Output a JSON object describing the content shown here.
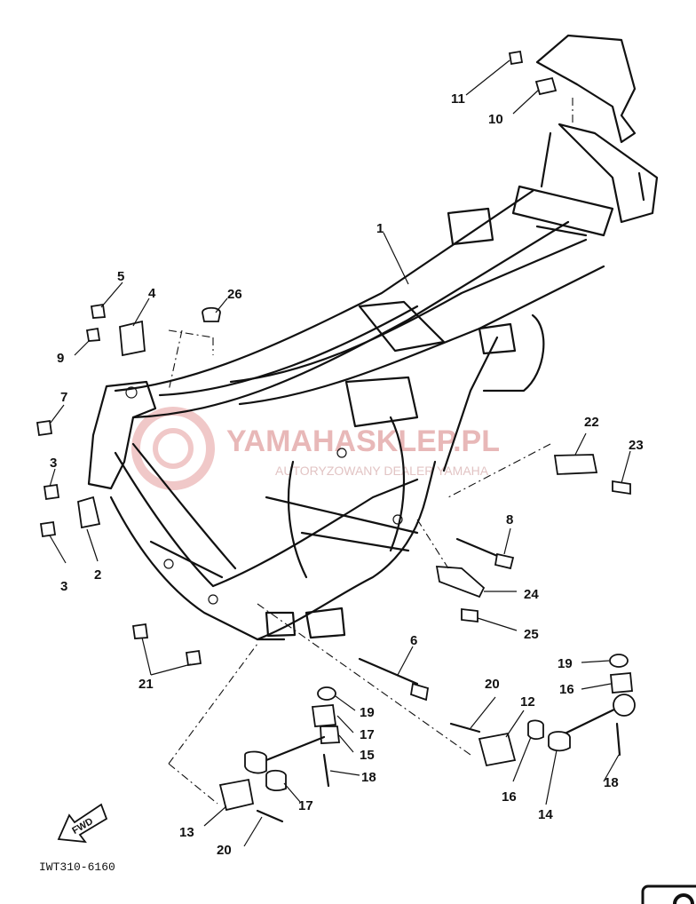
{
  "diagram": {
    "code": "IWT310-6160",
    "fwd_label": "FWD",
    "watermark": {
      "name": "YAMAHASKLEP.PL",
      "tagline": "AUTORYZOWANY DEALER YAMAHA"
    },
    "labels": [
      {
        "id": "1",
        "text": "1"
      },
      {
        "id": "2",
        "text": "2"
      },
      {
        "id": "3a",
        "text": "3"
      },
      {
        "id": "3b",
        "text": "3"
      },
      {
        "id": "4",
        "text": "4"
      },
      {
        "id": "5",
        "text": "5"
      },
      {
        "id": "7",
        "text": "7"
      },
      {
        "id": "8",
        "text": "8"
      },
      {
        "id": "9",
        "text": "9"
      },
      {
        "id": "10",
        "text": "10"
      },
      {
        "id": "11",
        "text": "11"
      },
      {
        "id": "12",
        "text": "12"
      },
      {
        "id": "13",
        "text": "13"
      },
      {
        "id": "14",
        "text": "14"
      },
      {
        "id": "15",
        "text": "15"
      },
      {
        "id": "16a",
        "text": "16"
      },
      {
        "id": "16b",
        "text": "16"
      },
      {
        "id": "17a",
        "text": "17"
      },
      {
        "id": "17b",
        "text": "17"
      },
      {
        "id": "18a",
        "text": "18"
      },
      {
        "id": "18b",
        "text": "18"
      },
      {
        "id": "19a",
        "text": "19"
      },
      {
        "id": "19b",
        "text": "19"
      },
      {
        "id": "20a",
        "text": "20"
      },
      {
        "id": "20b",
        "text": "20"
      },
      {
        "id": "21",
        "text": "21"
      },
      {
        "id": "22",
        "text": "22"
      },
      {
        "id": "23",
        "text": "23"
      },
      {
        "id": "24",
        "text": "24"
      },
      {
        "id": "25",
        "text": "25"
      },
      {
        "id": "26",
        "text": "26"
      }
    ]
  }
}
